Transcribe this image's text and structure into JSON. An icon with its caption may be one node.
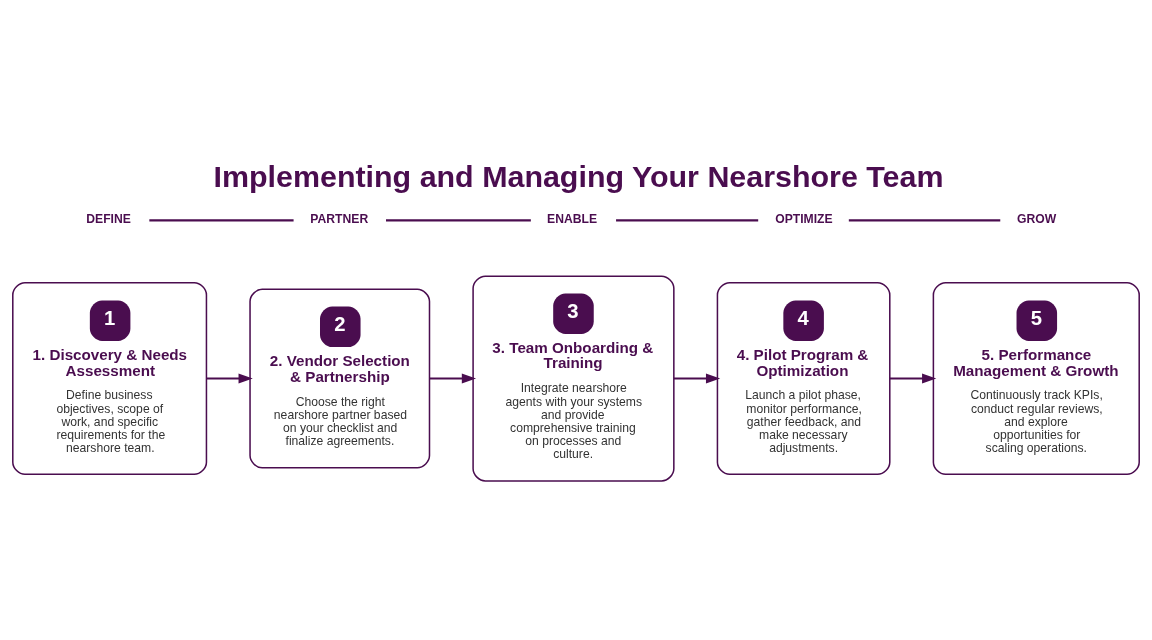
{
  "diagram": {
    "title": "Implementing and Managing Your Nearshore Team",
    "nodes": [
      {
        "text": [
          "1",
          "1. Discovery & Needs Assessment",
          "Define business objectives, scope of work, and specific requirements for the nearshore team."
        ]
      },
      {
        "text": [
          "2",
          "2. Vendor Selection & Partnership",
          "Choose the right nearshore partner based on your checklist and finalize agreements."
        ]
      },
      {
        "text": [
          "3",
          "3. Team Onboarding & Training",
          "Integrate nearshore agents with your systems and provide comprehensive training on processes and culture."
        ]
      },
      {
        "text": [
          "4",
          "4. Pilot Program & Optimization",
          "Launch a pilot phase, monitor performance, gather feedback, and make necessary adjustments."
        ]
      },
      {
        "text": [
          "5",
          "5. Performance Management & Growth",
          "Continuously track KPIs, conduct regular reviews, and explore opportunities for scaling operations."
        ]
      },
      {
        "text": [
          "DEFINE"
        ]
      },
      {
        "text": [
          "PARTNER"
        ]
      },
      {
        "text": [
          "ENABLE"
        ]
      },
      {
        "text": [
          "OPTIMIZE"
        ]
      },
      {
        "text": [
          "GROW"
        ]
      }
    ],
    "edges": [
      {
        "from": 0,
        "to": 1,
        "arrow": "to"
      },
      {
        "from": 1,
        "to": 2,
        "arrow": "to"
      },
      {
        "from": 2,
        "to": 3,
        "arrow": "to"
      },
      {
        "from": 3,
        "to": 4,
        "arrow": "to"
      },
      {
        "from": 5,
        "to": 6,
        "arrow": "none"
      },
      {
        "from": 6,
        "to": 7,
        "arrow": "none"
      },
      {
        "from": 7,
        "to": 8,
        "arrow": "none"
      },
      {
        "from": 8,
        "to": 9,
        "arrow": "none"
      }
    ]
  }
}
